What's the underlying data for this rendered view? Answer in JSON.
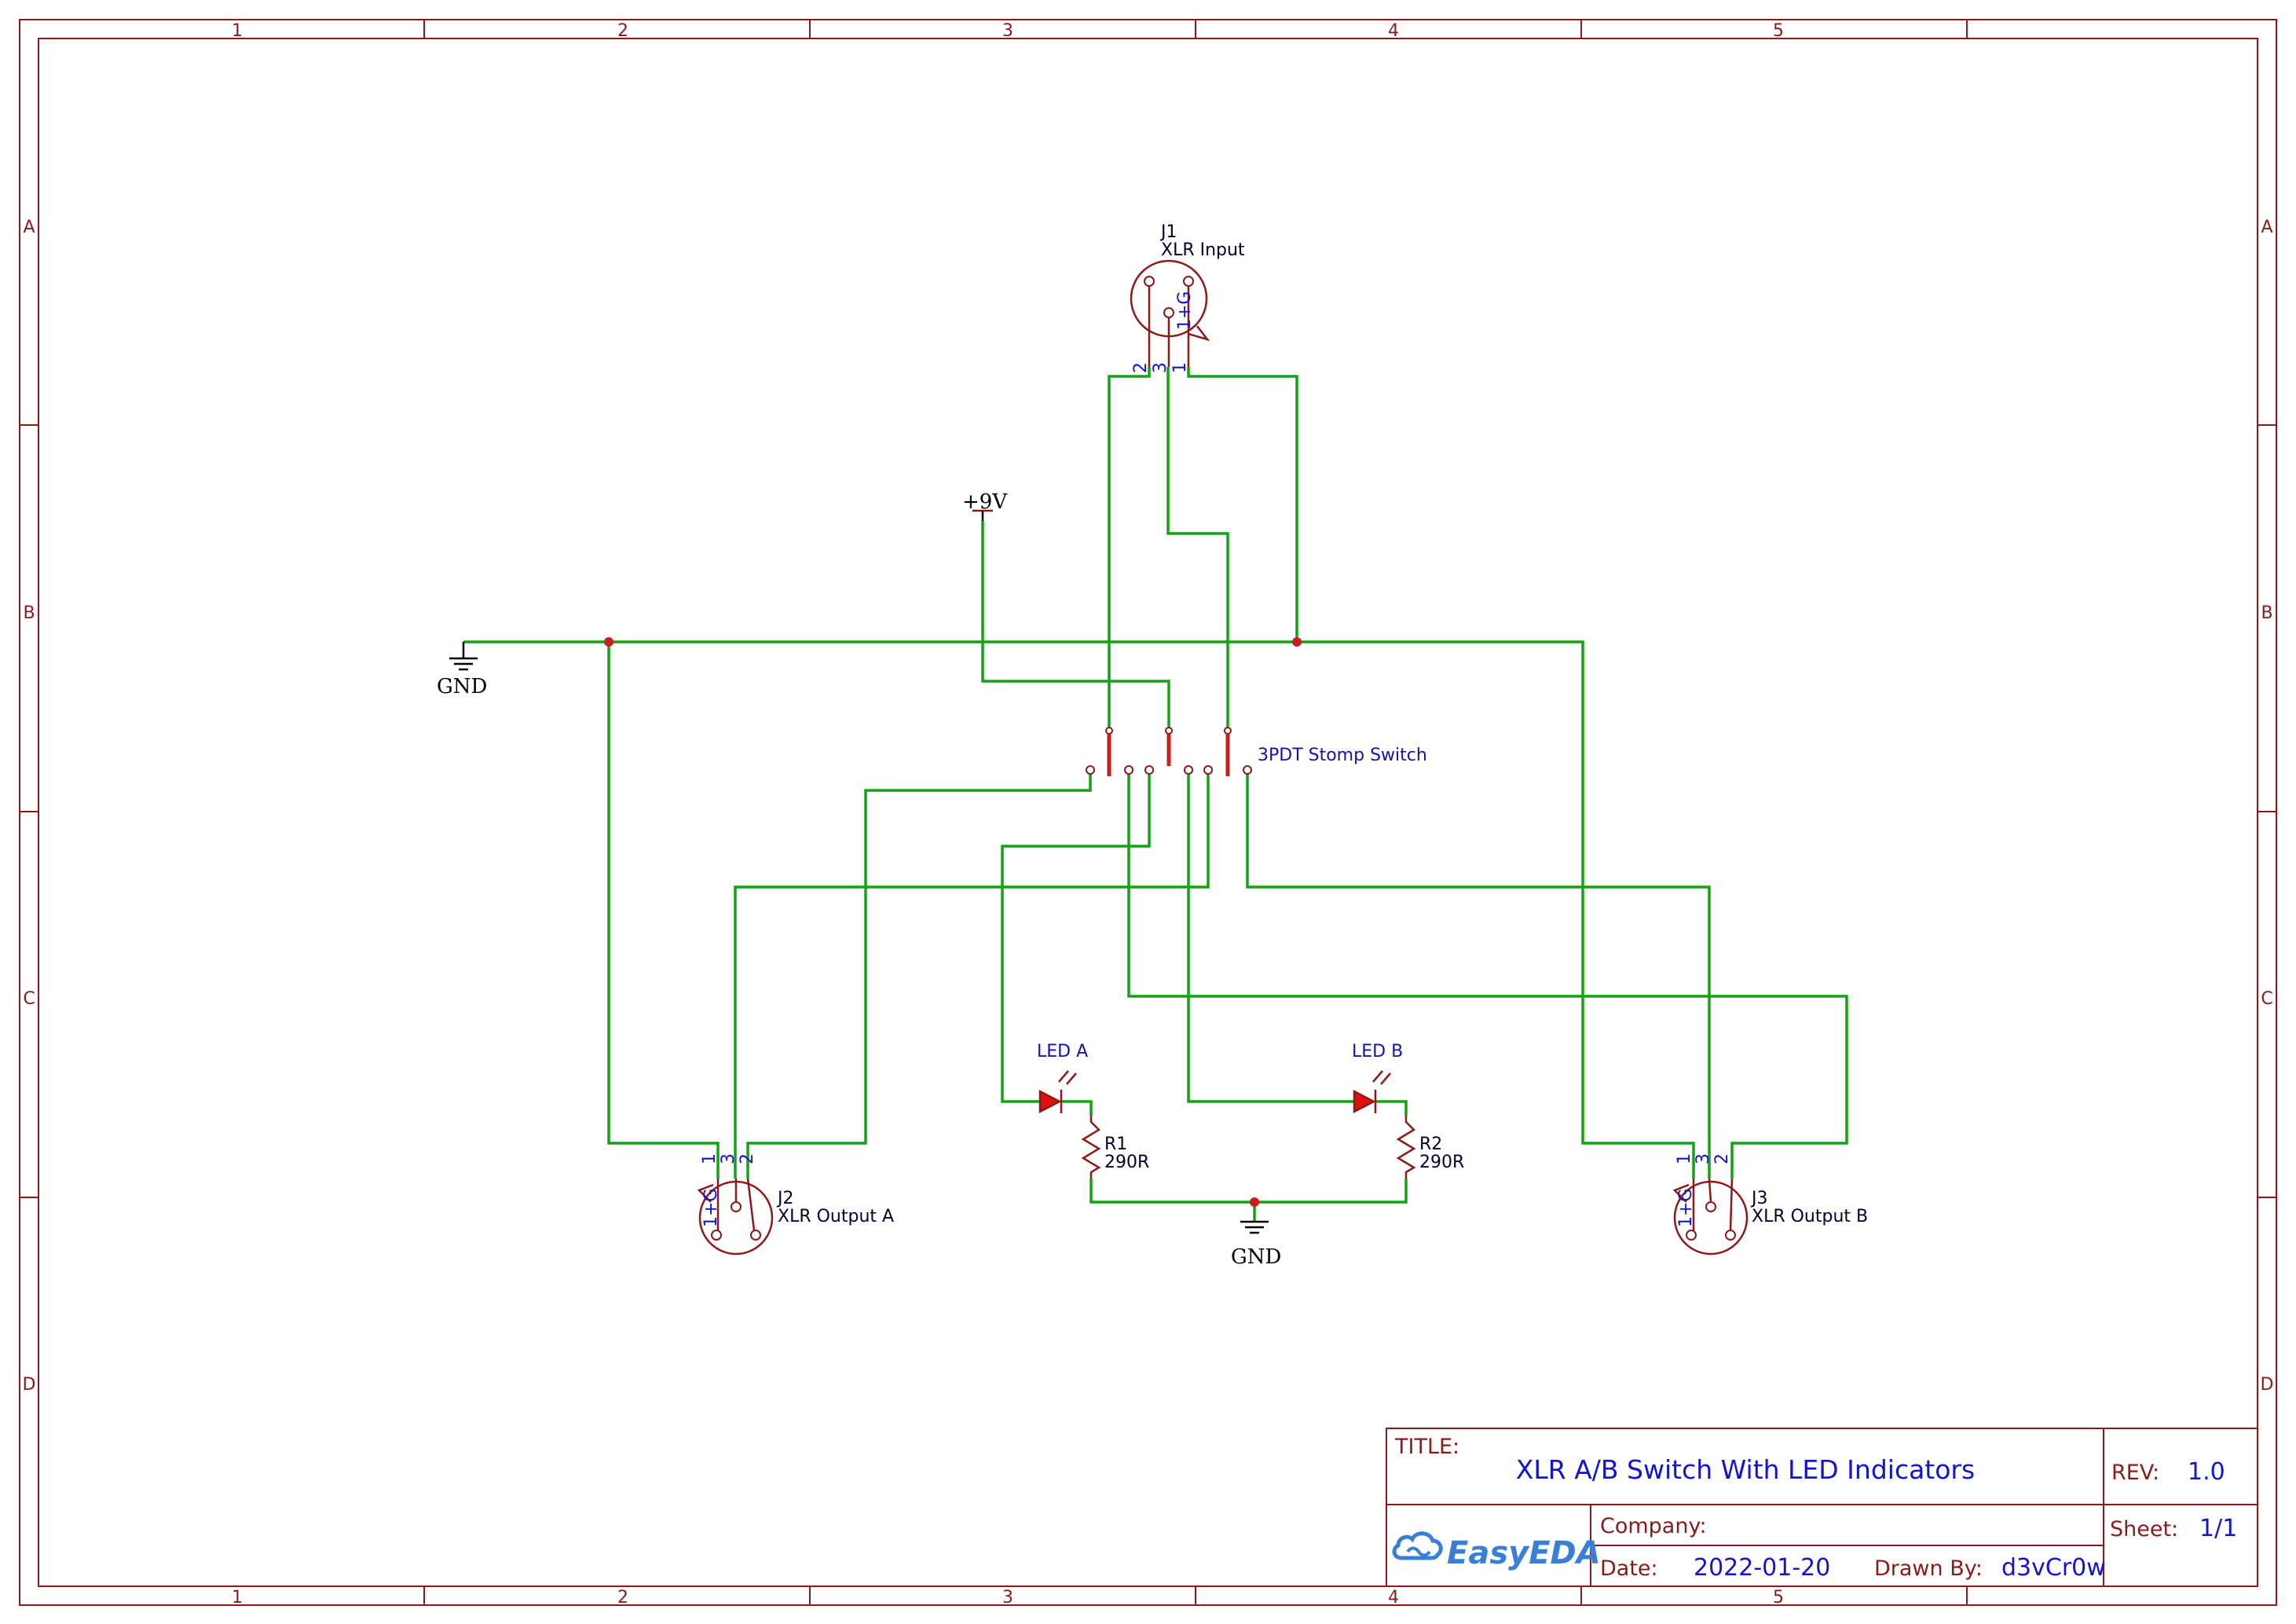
{
  "frame": {
    "columns": [
      "1",
      "2",
      "3",
      "4",
      "5"
    ],
    "rows": [
      "A",
      "B",
      "C",
      "D"
    ]
  },
  "components": {
    "j1": {
      "ref": "J1",
      "name": "XLR Input",
      "pins": [
        "2",
        "3",
        "1"
      ],
      "pin_g": "1+G"
    },
    "j2": {
      "ref": "J2",
      "name": "XLR Output A",
      "pins": [
        "1",
        "3",
        "2"
      ],
      "pin_g": "1+G"
    },
    "j3": {
      "ref": "J3",
      "name": "XLR Output B",
      "pins": [
        "1",
        "3",
        "2"
      ],
      "pin_g": "1+G"
    },
    "switch": {
      "name": "3PDT Stomp Switch"
    },
    "led_a": {
      "name": "LED A"
    },
    "led_b": {
      "name": "LED B"
    },
    "r1": {
      "ref": "R1",
      "value": "290R"
    },
    "r2": {
      "ref": "R2",
      "value": "290R"
    },
    "power": {
      "label": "+9V"
    },
    "gnd_top": {
      "label": "GND"
    },
    "gnd_bottom": {
      "label": "GND"
    }
  },
  "title_block": {
    "title_label": "TITLE:",
    "title": "XLR A/B Switch With LED Indicators",
    "rev_label": "REV:",
    "rev": "1.0",
    "company_label": "Company:",
    "company": "",
    "sheet_label": "Sheet:",
    "sheet": "1/1",
    "date_label": "Date:",
    "date": "2022-01-20",
    "drawn_by_label": "Drawn By:",
    "drawn_by": "d3vCr0w",
    "logo": "EasyEDA",
    "logo_icon": "cloud-icon"
  },
  "colors": {
    "frame": "#8b1a1a",
    "wire": "#14a314",
    "text": "#1414cc",
    "junction": "#c81e1e"
  }
}
